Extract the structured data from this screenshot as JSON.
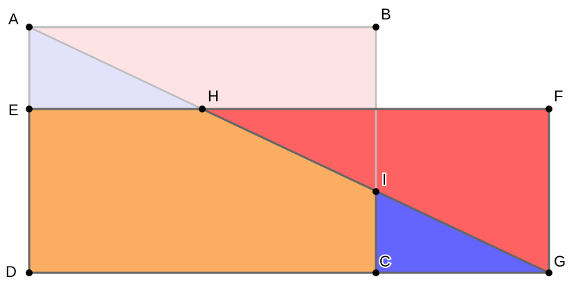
{
  "points": {
    "A": {
      "label": "A"
    },
    "B": {
      "label": "B"
    },
    "E": {
      "label": "E"
    },
    "H": {
      "label": "H"
    },
    "F": {
      "label": "F"
    },
    "I": {
      "label": "I"
    },
    "D": {
      "label": "D"
    },
    "C": {
      "label": "C"
    },
    "G": {
      "label": "G"
    }
  },
  "colors": {
    "triangle_ABH": "#fde3e3",
    "triangle_AEH": "#e2e2fb",
    "quad_EHID": "#fbae62",
    "poly_HFGI": "#ff6262",
    "triangle_ICG": "#6464ff",
    "stroke_dark": "#666666",
    "stroke_light": "#bdbdbd",
    "point": "#000000"
  }
}
